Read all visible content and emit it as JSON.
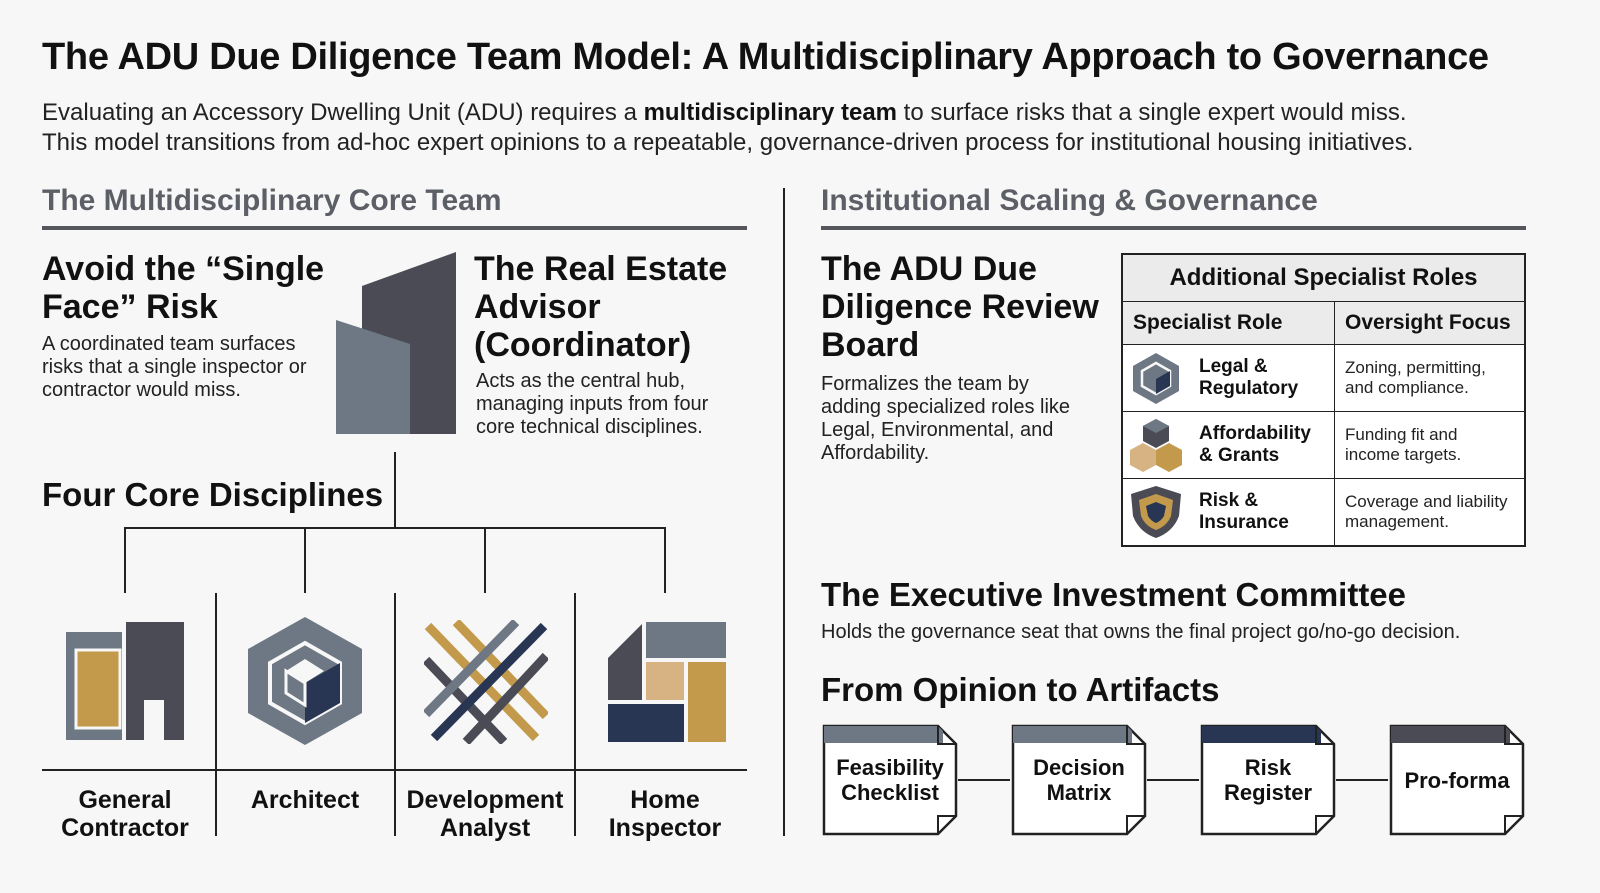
{
  "title": "The ADU Due Diligence Team Model: A Multidisciplinary Approach to Governance",
  "intro": {
    "line1_pre": "Evaluating an Accessory Dwelling Unit (ADU) requires a ",
    "line1_bold": "multidisciplinary team",
    "line1_post": " to surface risks that a single expert would miss.",
    "line2": "This model transitions from ad-hoc expert opinions to a repeatable, governance-driven process for institutional housing initiatives."
  },
  "left": {
    "section_title": "The Multidisciplinary Core Team",
    "single_face": {
      "heading": "Avoid the “Single Face” Risk",
      "text": "A coordinated team surfaces risks that a single inspector or contractor would miss."
    },
    "coordinator": {
      "heading": "The Real Estate Advisor (Coordinator)",
      "text": "Acts as the central hub, managing inputs from four core technical disciplines.",
      "icon": "building-icon"
    },
    "disciplines_title": "Four Core Disciplines",
    "disciplines": [
      {
        "line1": "General",
        "line2": "Contractor",
        "icon": "contractor-building-icon"
      },
      {
        "line1": "Architect",
        "line2": "",
        "icon": "cube-icon"
      },
      {
        "line1": "Development",
        "line2": "Analyst",
        "icon": "crosshatch-icon"
      },
      {
        "line1": "Home",
        "line2": "Inspector",
        "icon": "floorplan-icon"
      }
    ]
  },
  "right": {
    "section_title": "Institutional Scaling & Governance",
    "board": {
      "heading": "The ADU Due Diligence Review Board",
      "text": "Formalizes the team by adding specialized roles like Legal, Environmental, and Affordability."
    },
    "table": {
      "caption": "Additional Specialist Roles",
      "col1": "Specialist Role",
      "col2": "Oversight Focus",
      "rows": [
        {
          "role1": "Legal &",
          "role2": "Regulatory",
          "focus1": "Zoning, permitting,",
          "focus2": "and compliance.",
          "icon": "legal-cube-icon"
        },
        {
          "role1": "Affordability",
          "role2": "& Grants",
          "focus1": "Funding fit and",
          "focus2": "income targets.",
          "icon": "stacked-blocks-icon"
        },
        {
          "role1": "Risk &",
          "role2": "Insurance",
          "focus1": "Coverage and liability",
          "focus2": "management.",
          "icon": "shield-icon"
        }
      ]
    },
    "committee": {
      "heading": "The Executive Investment Committee",
      "text": "Holds the governance seat that owns the final project go/no-go decision."
    },
    "artifacts": {
      "heading": "From Opinion to Artifacts",
      "items": [
        {
          "line1": "Feasibility",
          "line2": "Checklist"
        },
        {
          "line1": "Decision",
          "line2": "Matrix"
        },
        {
          "line1": "Risk",
          "line2": "Register"
        },
        {
          "line1": "Pro-forma",
          "line2": ""
        }
      ]
    }
  },
  "colors": {
    "slate": "#4a4b55",
    "steel": "#6e7884",
    "gold": "#c39a4c",
    "navy": "#283553",
    "tan": "#d7b283"
  }
}
